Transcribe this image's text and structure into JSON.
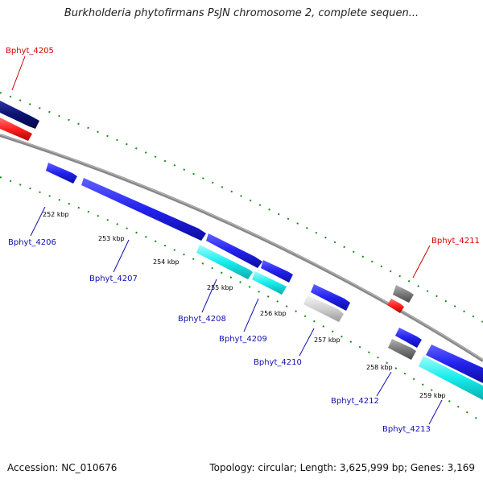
{
  "title": "Burkholderia phytofirmans PsJN chromosome 2, complete sequen...",
  "footer": {
    "accession": "Accession: NC_010676",
    "summary": "Topology: circular; Length: 3,625,999 bp; Genes: 3,169"
  },
  "colors": {
    "backbone": "#888888",
    "dots": "#1b8a1b",
    "gene_navy": "#0a1270",
    "gene_blue": "#2222ee",
    "gene_red": "#ff2020",
    "gene_cyan": "#17ecec",
    "gene_gray": "#7a7a7a",
    "gene_lightgray": "#d0d0d0",
    "label_blue": "#1010b0",
    "label_red": "#d00000"
  },
  "genes": [
    {
      "name": "Bphyt_4205",
      "label_color": "red"
    },
    {
      "name": "Bphyt_4206",
      "label_color": "blue"
    },
    {
      "name": "Bphyt_4207",
      "label_color": "blue"
    },
    {
      "name": "Bphyt_4208",
      "label_color": "blue"
    },
    {
      "name": "Bphyt_4209",
      "label_color": "blue"
    },
    {
      "name": "Bphyt_4210",
      "label_color": "blue"
    },
    {
      "name": "Bphyt_4211",
      "label_color": "red"
    },
    {
      "name": "Bphyt_4212",
      "label_color": "blue"
    },
    {
      "name": "Bphyt_4213",
      "label_color": "blue"
    }
  ],
  "kbp_ticks": [
    "252 kbp",
    "253 kbp",
    "254 kbp",
    "255 kbp",
    "256 kbp",
    "257 kbp",
    "258 kbp",
    "259 kbp"
  ]
}
